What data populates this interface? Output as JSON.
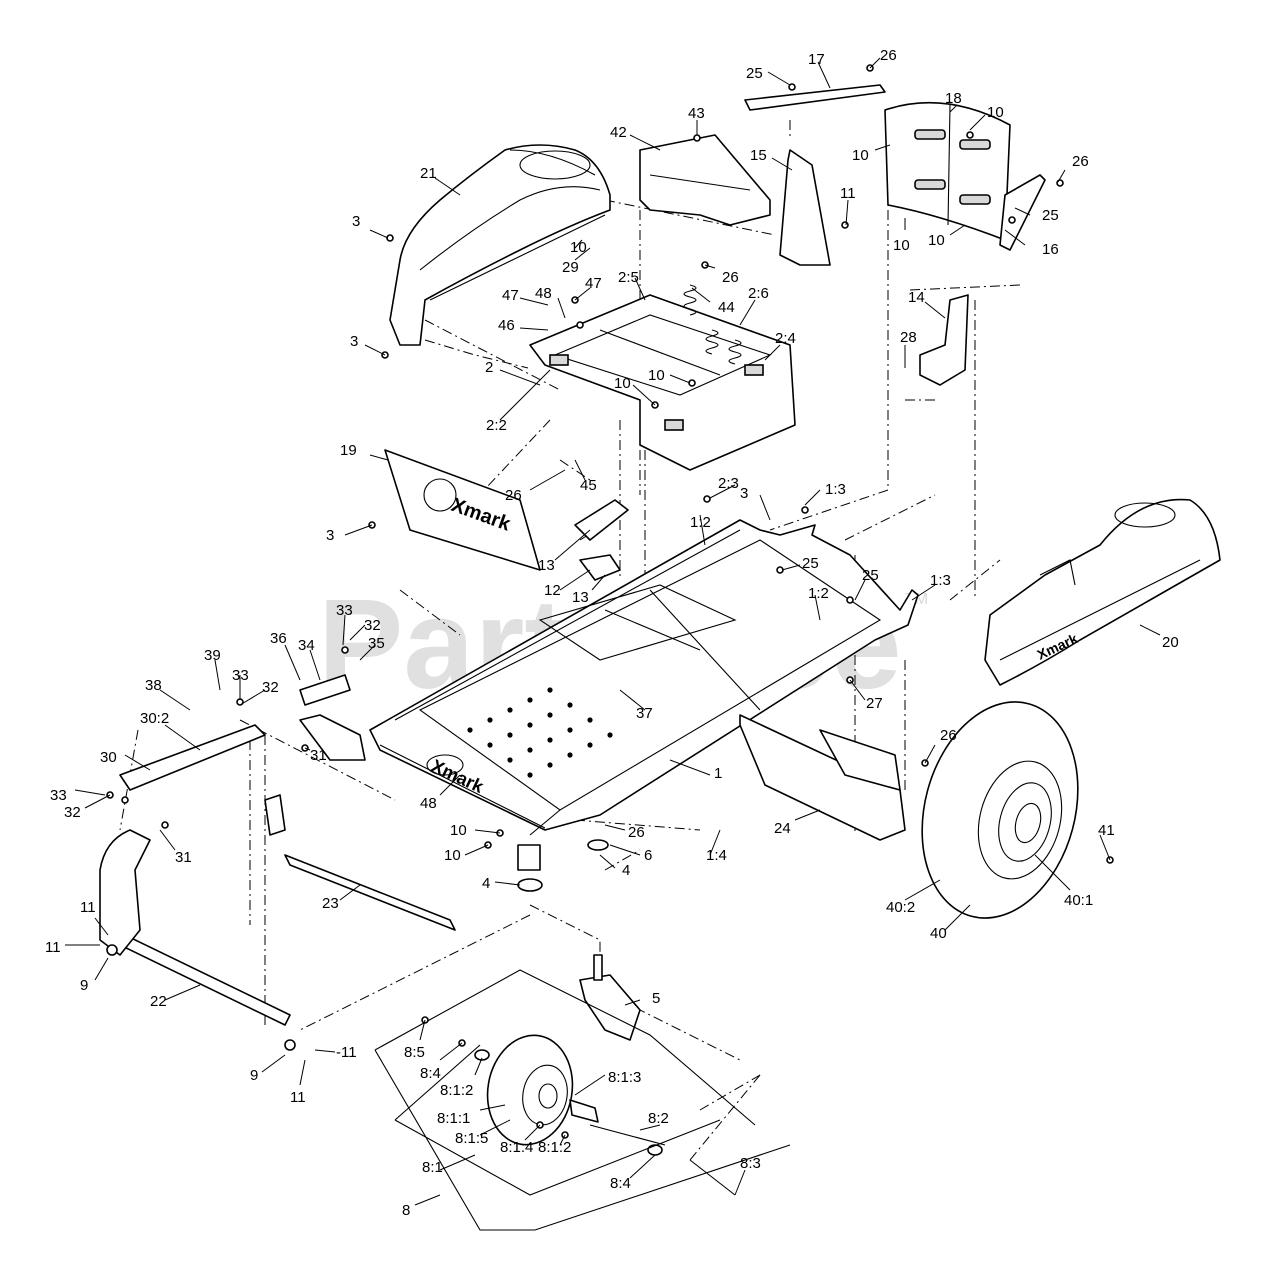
{
  "watermark": {
    "text": "PartsTree",
    "tm": "TM"
  },
  "brand_label": "Xmark",
  "callouts": [
    {
      "id": "c25a",
      "text": "25"
    },
    {
      "id": "c17",
      "text": "17"
    },
    {
      "id": "c26a",
      "text": "26"
    },
    {
      "id": "c18",
      "text": "18"
    },
    {
      "id": "c10a",
      "text": "10"
    },
    {
      "id": "c43",
      "text": "43"
    },
    {
      "id": "c42",
      "text": "42"
    },
    {
      "id": "c15",
      "text": "15"
    },
    {
      "id": "c10b",
      "text": "10"
    },
    {
      "id": "c26b",
      "text": "26"
    },
    {
      "id": "c21",
      "text": "21"
    },
    {
      "id": "c11a",
      "text": "11"
    },
    {
      "id": "c25b",
      "text": "25"
    },
    {
      "id": "c3a",
      "text": "3"
    },
    {
      "id": "c10c",
      "text": "10"
    },
    {
      "id": "c16",
      "text": "16"
    },
    {
      "id": "c10d",
      "text": "10"
    },
    {
      "id": "c10e",
      "text": "10"
    },
    {
      "id": "c29",
      "text": "29"
    },
    {
      "id": "c26c",
      "text": "26"
    },
    {
      "id": "c2_5",
      "text": "2:5"
    },
    {
      "id": "c47a",
      "text": "47"
    },
    {
      "id": "c48a",
      "text": "48"
    },
    {
      "id": "c47b",
      "text": "47"
    },
    {
      "id": "c44",
      "text": "44"
    },
    {
      "id": "c2_6",
      "text": "2:6"
    },
    {
      "id": "c14",
      "text": "14"
    },
    {
      "id": "c46",
      "text": "46"
    },
    {
      "id": "c3b",
      "text": "3"
    },
    {
      "id": "c28",
      "text": "28"
    },
    {
      "id": "c2_4",
      "text": "2:4"
    },
    {
      "id": "c2",
      "text": "2"
    },
    {
      "id": "c10f",
      "text": "10"
    },
    {
      "id": "c10g",
      "text": "10"
    },
    {
      "id": "c2_2",
      "text": "2:2"
    },
    {
      "id": "c19",
      "text": "19"
    },
    {
      "id": "c3c",
      "text": "3"
    },
    {
      "id": "c1_3a",
      "text": "1:3"
    },
    {
      "id": "c26d",
      "text": "26"
    },
    {
      "id": "c45",
      "text": "45"
    },
    {
      "id": "c2_3",
      "text": "2:3"
    },
    {
      "id": "c3d",
      "text": "3"
    },
    {
      "id": "c1_2a",
      "text": "1:2"
    },
    {
      "id": "c13a",
      "text": "13"
    },
    {
      "id": "c25c",
      "text": "25"
    },
    {
      "id": "c12",
      "text": "12"
    },
    {
      "id": "c13b",
      "text": "13"
    },
    {
      "id": "c25d",
      "text": "25"
    },
    {
      "id": "c1_3b",
      "text": "1:3"
    },
    {
      "id": "c1_2b",
      "text": "1:2"
    },
    {
      "id": "c33a",
      "text": "33"
    },
    {
      "id": "c32a",
      "text": "32"
    },
    {
      "id": "c20",
      "text": "20"
    },
    {
      "id": "c36",
      "text": "36"
    },
    {
      "id": "c34",
      "text": "34"
    },
    {
      "id": "c35",
      "text": "35"
    },
    {
      "id": "c39",
      "text": "39"
    },
    {
      "id": "c33b",
      "text": "33"
    },
    {
      "id": "c38",
      "text": "38"
    },
    {
      "id": "c32b",
      "text": "32"
    },
    {
      "id": "c27",
      "text": "27"
    },
    {
      "id": "c37",
      "text": "37"
    },
    {
      "id": "c30_2",
      "text": "30:2"
    },
    {
      "id": "c31a",
      "text": "31"
    },
    {
      "id": "c26e",
      "text": "26"
    },
    {
      "id": "c30",
      "text": "30"
    },
    {
      "id": "c1",
      "text": "1"
    },
    {
      "id": "c33c",
      "text": "33"
    },
    {
      "id": "c48b",
      "text": "48"
    },
    {
      "id": "c24",
      "text": "24"
    },
    {
      "id": "c32c",
      "text": "32"
    },
    {
      "id": "c41",
      "text": "41"
    },
    {
      "id": "c31b",
      "text": "31"
    },
    {
      "id": "c10h",
      "text": "10"
    },
    {
      "id": "c26f",
      "text": "26"
    },
    {
      "id": "c10i",
      "text": "10"
    },
    {
      "id": "c6",
      "text": "6"
    },
    {
      "id": "c1_4",
      "text": "1:4"
    },
    {
      "id": "c4a",
      "text": "4"
    },
    {
      "id": "c4b",
      "text": "4"
    },
    {
      "id": "c40_1",
      "text": "40:1"
    },
    {
      "id": "c40_2",
      "text": "40:2"
    },
    {
      "id": "c23",
      "text": "23"
    },
    {
      "id": "c11b",
      "text": "11"
    },
    {
      "id": "c40",
      "text": "40"
    },
    {
      "id": "c11c",
      "text": "11"
    },
    {
      "id": "c9a",
      "text": "9"
    },
    {
      "id": "c5",
      "text": "5"
    },
    {
      "id": "c22",
      "text": "22"
    },
    {
      "id": "c11d",
      "text": "-11"
    },
    {
      "id": "c8_5",
      "text": "8:5"
    },
    {
      "id": "c9b",
      "text": "9"
    },
    {
      "id": "c8_4a",
      "text": "8:4"
    },
    {
      "id": "c8_1_2a",
      "text": "8:1:2"
    },
    {
      "id": "c8_1_3",
      "text": "8:1:3"
    },
    {
      "id": "c11e",
      "text": "11"
    },
    {
      "id": "c8_1_1",
      "text": "8:1:1"
    },
    {
      "id": "c8_2",
      "text": "8:2"
    },
    {
      "id": "c8_1_5",
      "text": "8:1:5"
    },
    {
      "id": "c8_1_4",
      "text": "8:1:4"
    },
    {
      "id": "c8_1_2b",
      "text": "8:1:2"
    },
    {
      "id": "c8_3",
      "text": "8:3"
    },
    {
      "id": "c8_1",
      "text": "8:1"
    },
    {
      "id": "c8_4b",
      "text": "8:4"
    },
    {
      "id": "c8",
      "text": "8"
    }
  ]
}
